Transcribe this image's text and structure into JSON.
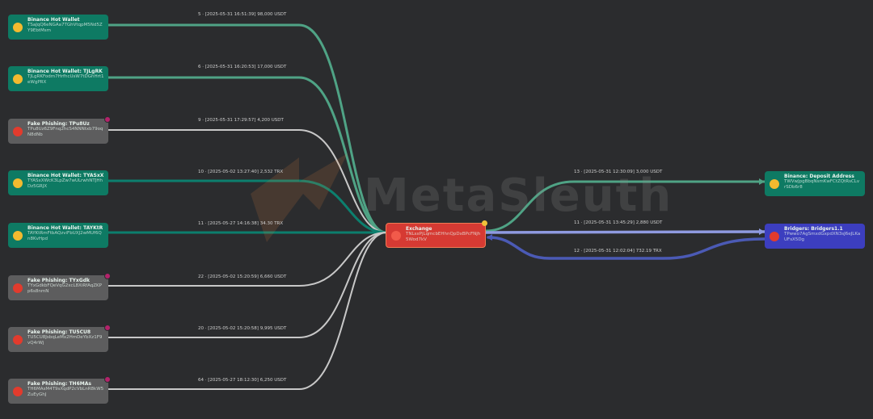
{
  "watermark": "MetaSleuth",
  "colors": {
    "background": "#2b2c2e",
    "green_edge": "#4fa385",
    "teal_edge": "#0c7f6e",
    "grey_edge": "#c8c8c8",
    "blue_edge": "#4b5ab5",
    "light_blue_edge": "#8f9ae0"
  },
  "nodes": {
    "source1": {
      "name": "Binance Hot Wallet",
      "address": "TSaJqQ6eNGAa7TGhVtqpM5Nd5ZY9EbtMsm",
      "icon": "bnb-icon"
    },
    "source2": {
      "name": "Binance Hot Wallet: TJLgRK",
      "address": "TJLgRKFodm7HrfhcUsW7tDGhHrt1eWgPRX",
      "icon": "bnb-icon"
    },
    "source3": {
      "name": "Fake Phishing: TPu8Uz",
      "address": "TPu8Uz6Z9Fnq2hcS4NNNtxb79oqN8dNb",
      "icon": "trx-icon"
    },
    "source4": {
      "name": "Binance Hot Wallet: TYASxX",
      "address": "TYASxXWcK3LpZw7wULrwhNTJHhDz5GRJX",
      "icon": "bnb-icon"
    },
    "source5": {
      "name": "Binance Hot Wallet: TAYKtR",
      "address": "TAYKtRmFtbAQzviFbUXJ2wMUf6Qn8KvHpd",
      "icon": "bnb-icon"
    },
    "source6": {
      "name": "Fake Phishing: TYxGdk",
      "address": "TYxGdkbFQeVqG2xcL8XiRfAqZKPp6s8nmN",
      "icon": "trx-icon"
    },
    "source7": {
      "name": "Fake Phishing: TU5CU8",
      "address": "TU5CU8JsbqLeMx2HmDeYbXz1F9vQ4rWj",
      "icon": "trx-icon"
    },
    "source8": {
      "name": "Fake Phishing: TH6MAs",
      "address": "TH6MAsM4T9sXqdP2cVbLnR8kW5ZuEyGhJ",
      "icon": "trx-icon"
    },
    "hub": {
      "name": "Exchange",
      "address": "TNLsxPjLqmcbEHhnQpDxBPcFNjh5Wod7kV",
      "icon": "trx-icon"
    },
    "target1": {
      "name": "Binance: Deposit Address",
      "address": "TWVwJpgBbqNsmKwFCtZQtRsCLvrSDb6r8",
      "icon": "bnb-icon"
    },
    "target2": {
      "name": "Bridgers: Bridgers1.1",
      "address": "TPwwo7AgSmxdGxpdXN3sJ6eJLKaUFsX5Dg",
      "icon": "trx-icon"
    }
  },
  "edges": {
    "e1": "5 · [2025-05-31 16:51:39] 98,000 USDT",
    "e2": "6 · [2025-05-31 16:20:53] 17,000 USDT",
    "e3": "9 · [2025-05-31 17:29:57] 4,200 USDT",
    "e4": "10 · [2025-05-02 13:27:40] 2,532 TRX",
    "e5": "11 · [2025-05-27 14:16:38] 34.30 TRX",
    "e6": "22 · [2025-05-02 15:20:59] 6,660 USDT",
    "e7": "20 · [2025-05-02 15:20:58] 9,995 USDT",
    "e8": "64 · [2025-05-27 18:12:30] 6,250 USDT",
    "e9": "13 · [2025-05-31 12:30:09] 3,000 USDT",
    "e10": "11 · [2025-05-31 13:45:29] 2,880 USDT",
    "e11": "12 · [2025-05-31 12:02:04] 732.19 TRX"
  }
}
